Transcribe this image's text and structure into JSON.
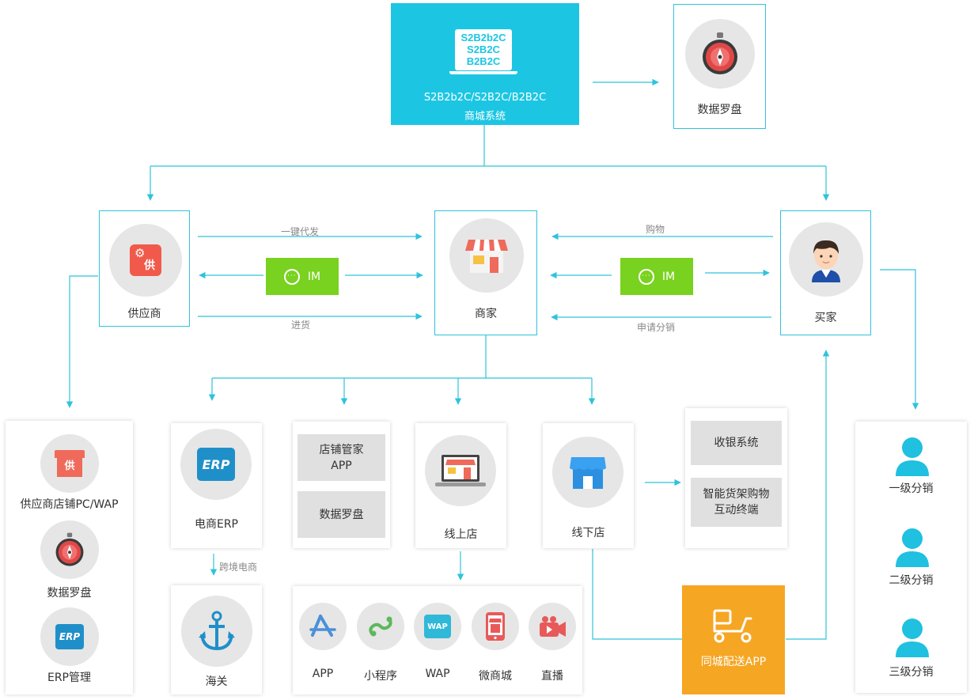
{
  "system": {
    "screen_lines": [
      "S2B2b2C",
      "S2B2C",
      "B2B2C"
    ],
    "caption_line1": "S2B2b2C/S2B2C/B2B2C",
    "caption_line2": "商城系统"
  },
  "data_compass_top": {
    "label": "数据罗盘"
  },
  "supplier": {
    "label": "供应商",
    "badge": "供"
  },
  "merchant": {
    "label": "商家"
  },
  "buyer": {
    "label": "买家"
  },
  "edges": {
    "one_click_dropship": "一键代发",
    "restock": "进货",
    "purchase": "购物",
    "apply_distribution": "申请分销",
    "cross_border": "跨境电商"
  },
  "im": {
    "left": "IM",
    "right": "IM"
  },
  "supplier_panel": {
    "items": [
      {
        "label": "供应商店铺PC/WAP",
        "badge": "供"
      },
      {
        "label": "数据罗盘"
      },
      {
        "label": "ERP管理",
        "badge": "ERP"
      }
    ]
  },
  "erp": {
    "label": "电商ERP",
    "badge": "ERP"
  },
  "customs": {
    "label": "海关"
  },
  "store_tools": {
    "items": [
      "店铺管家\nAPP",
      "数据罗盘"
    ]
  },
  "online_store": {
    "label": "线上店"
  },
  "offline_store": {
    "label": "线下店"
  },
  "offline_systems": {
    "items": [
      "收银系统",
      "智能货架购物\n互动终端"
    ]
  },
  "channels": {
    "items": [
      {
        "label": "APP",
        "color": "#4a90d9"
      },
      {
        "label": "小程序",
        "color": "#5cb85c"
      },
      {
        "label": "WAP",
        "color": "#2fb8d8",
        "badge": "WAP"
      },
      {
        "label": "微商城",
        "color": "#e85a5a"
      },
      {
        "label": "直播",
        "color": "#e85a5a"
      }
    ]
  },
  "delivery": {
    "label": "同城配送APP",
    "color": "#f5a623"
  },
  "distribution": {
    "items": [
      {
        "label": "一级分销"
      },
      {
        "label": "二级分销"
      },
      {
        "label": "三级分销"
      }
    ]
  },
  "colors": {
    "system_bg": "#1cc6e3",
    "line": "#2fc3dc",
    "im_green": "#79d21f",
    "tile_gray": "#e0e0e0",
    "person": "#1fc0e0"
  }
}
